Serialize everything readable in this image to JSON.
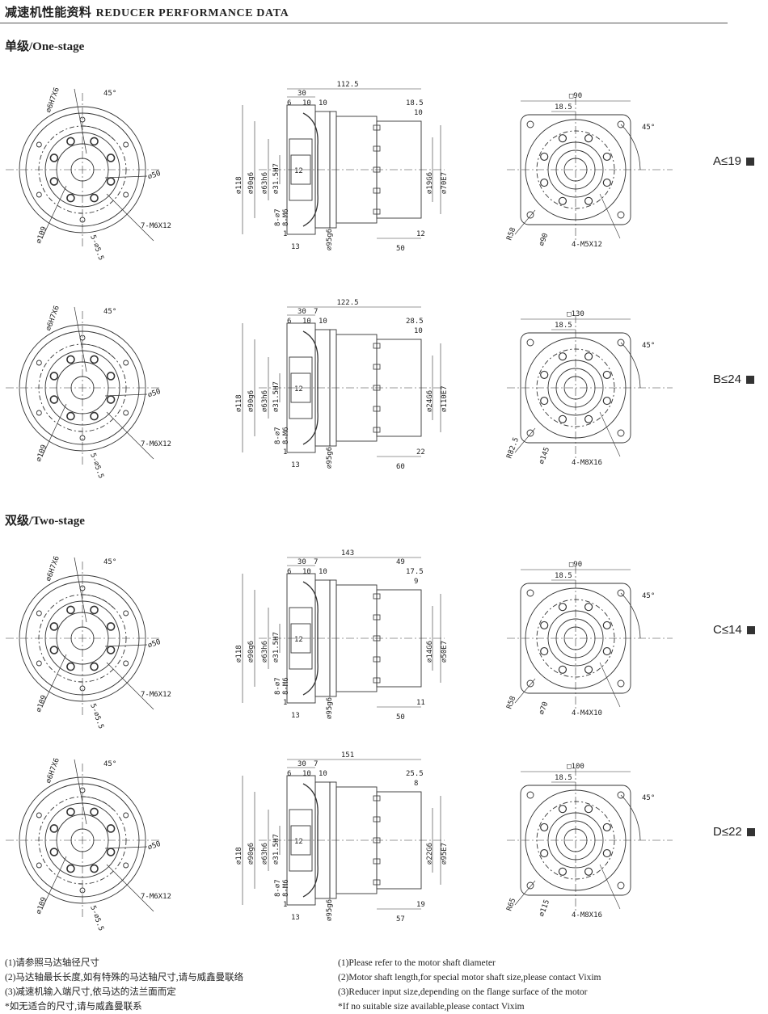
{
  "header": {
    "title_cn": "减速机性能资料",
    "title_en": "REDUCER PERFORMANCE DATA"
  },
  "sections": {
    "one_stage": "单级/One-stage",
    "two_stage": "双级/Two-stage"
  },
  "rows": [
    {
      "id": "A",
      "ratio_label": "A≤19",
      "front": {
        "pcd_label": "⌀50",
        "bore_label": "⌀6H7X6",
        "angle": "45°",
        "outer_label": "⌀109",
        "holes_label": "7-M6X12",
        "small_label": "5-⌀5.5"
      },
      "side": {
        "total": "112.5",
        "d30": "30",
        "d6": "6",
        "d10a": "10",
        "d10b": "10",
        "d18": "18.5",
        "d10c": "10",
        "o118": "⌀118",
        "o90": "⌀90g6",
        "o63": "⌀63h6",
        "o31": "⌀31.5H7",
        "o8m6": "8-M6",
        "o8f": "8-⌀7",
        "d12": "12",
        "d1": "1",
        "d13": "13",
        "o95": "⌀95g6",
        "d50": "50",
        "d12b": "12",
        "oshaft": "⌀19G6",
        "oin": "⌀70E7"
      },
      "end": {
        "sq": "□90",
        "d185": "18.5",
        "angle": "45°",
        "r": "R58",
        "pcd": "⌀90",
        "holes": "4-M5X12"
      }
    },
    {
      "id": "B",
      "ratio_label": "B≤24",
      "front": {
        "pcd_label": "⌀50",
        "bore_label": "⌀6H7X6",
        "angle": "45°",
        "outer_label": "⌀109",
        "holes_label": "7-M6X12",
        "small_label": "5-⌀5.5"
      },
      "side": {
        "total": "122.5",
        "d30": "30",
        "d6": "6",
        "d10a": "10",
        "d10b": "10",
        "d18": "28.5",
        "d10c": "10",
        "d7": "7",
        "o118": "⌀118",
        "o90": "⌀90g6",
        "o63": "⌀63h6",
        "o31": "⌀31.5H7",
        "o8m6": "8-M6",
        "o8f": "8-⌀7",
        "d12": "12",
        "d1": "1",
        "d13": "13",
        "o95": "⌀95g6",
        "d50": "60",
        "d12b": "22",
        "oshaft": "⌀24G6",
        "oin": "⌀110E7"
      },
      "end": {
        "sq": "□130",
        "d185": "18.5",
        "angle": "45°",
        "r": "R82.5",
        "pcd": "⌀145",
        "holes": "4-M8X16"
      }
    },
    {
      "id": "C",
      "ratio_label": "C≤14",
      "front": {
        "pcd_label": "⌀50",
        "bore_label": "⌀6H7X6",
        "angle": "45°",
        "outer_label": "⌀109",
        "holes_label": "7-M6X12",
        "small_label": "5-⌀5.5"
      },
      "side": {
        "total": "143",
        "d30": "30",
        "d6": "6",
        "d10a": "10",
        "d10b": "10",
        "d7": "7",
        "d49": "49",
        "d18": "17.5",
        "d10c": "9",
        "o118": "⌀118",
        "o90": "⌀90g6",
        "o63": "⌀63h6",
        "o31": "⌀31.5H7",
        "o8m6": "8-M6",
        "o8f": "8-⌀7",
        "d12": "12",
        "d1": "1",
        "d13": "13",
        "o95": "⌀95g6",
        "d50": "50",
        "d12b": "11",
        "oshaft": "⌀14G6",
        "oin": "⌀50E7"
      },
      "end": {
        "sq": "□90",
        "d185": "18.5",
        "angle": "45°",
        "r": "R58",
        "pcd": "⌀70",
        "holes": "4-M4X10"
      }
    },
    {
      "id": "D",
      "ratio_label": "D≤22",
      "front": {
        "pcd_label": "⌀50",
        "bore_label": "⌀6H7X6",
        "angle": "45°",
        "outer_label": "⌀109",
        "holes_label": "7-M6X12",
        "small_label": "5-⌀5.5"
      },
      "side": {
        "total": "151",
        "d30": "30",
        "d6": "6",
        "d10a": "10",
        "d10b": "10",
        "d7": "7",
        "d18": "25.5",
        "d10c": "8",
        "o118": "⌀118",
        "o90": "⌀90g6",
        "o63": "⌀63h6",
        "o31": "⌀31.5H7",
        "o8m6": "8-M6",
        "o8f": "8-⌀7",
        "d12": "12",
        "d1": "1",
        "d13": "13",
        "o95": "⌀95g6",
        "d50": "57",
        "d12b": "19",
        "oshaft": "⌀22G6",
        "oin": "⌀95E7"
      },
      "end": {
        "sq": "□100",
        "d185": "18.5",
        "angle": "45°",
        "r": "R65",
        "pcd": "⌀115",
        "holes": "4-M8X16"
      }
    }
  ],
  "notes": {
    "cn": [
      "(1)请参照马达轴径尺寸",
      "(2)马达轴最长长度,如有特殊的马达轴尺寸,请与威鑫曼联络",
      "(3)减速机输入端尺寸,依马达的法兰面而定",
      "*如无适合的尺寸,请与威鑫曼联系"
    ],
    "en": [
      "(1)Please refer to the motor shaft diameter",
      "(2)Motor shaft length,for special motor shaft size,please contact Vixim",
      "(3)Reducer input size,depending on the flange surface of the motor",
      "*If no suitable size available,please contact Vixim"
    ]
  }
}
